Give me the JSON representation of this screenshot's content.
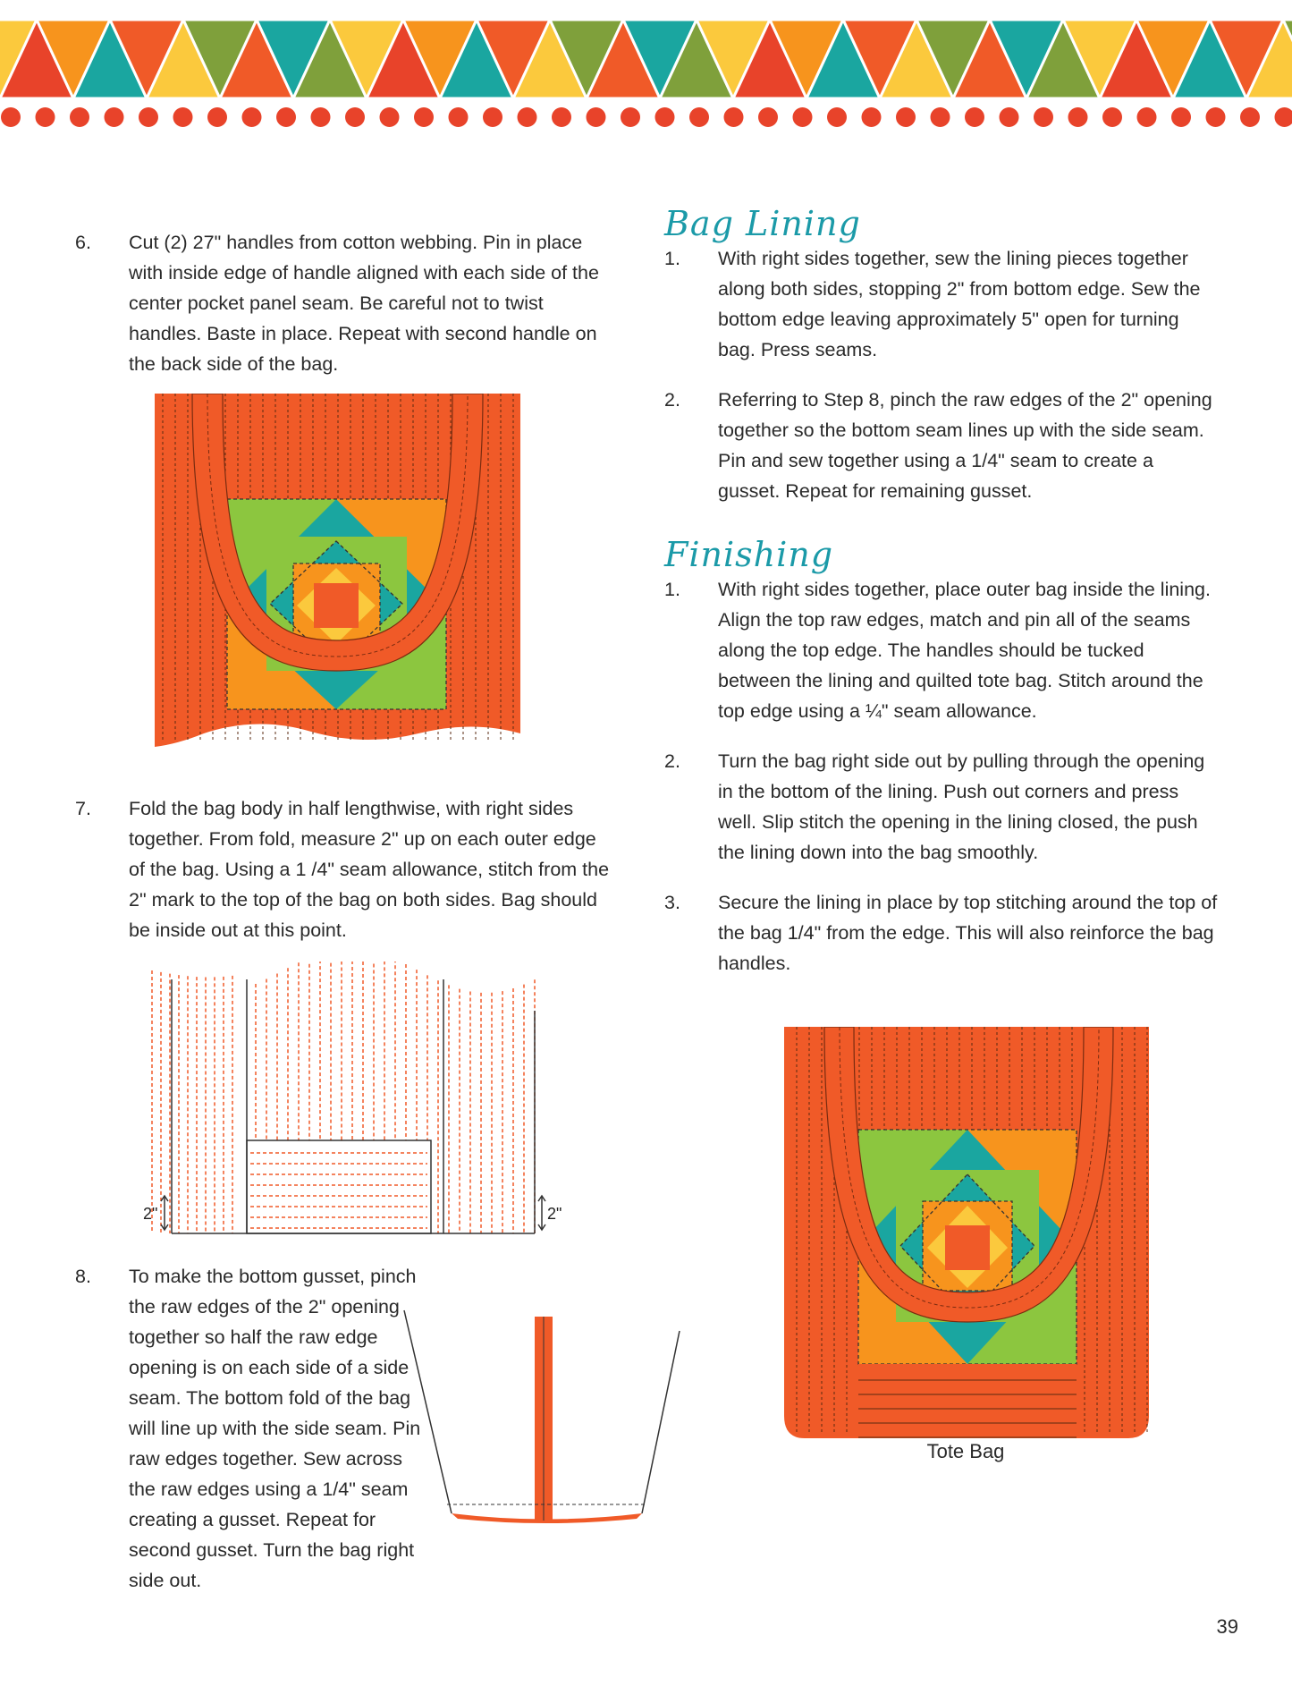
{
  "colors": {
    "orange": "#f05a28",
    "teal": "#1aa6a0",
    "green": "#8cc63f",
    "light_orange": "#f7941d",
    "yellow": "#fbc93d",
    "olive": "#7fa03b",
    "red": "#e8432a",
    "heading": "#1b9aa8"
  },
  "left_column": {
    "step6": {
      "number": "6.",
      "text": "Cut (2) 27\" handles from cotton webbing. Pin in place with inside edge of handle aligned with each side of the center pocket panel seam. Be careful not to twist handles. Baste in place. Repeat with second handle on the back side of the bag."
    },
    "step7": {
      "number": "7.",
      "text": "Fold the bag body in half lengthwise, with right sides together. From fold, measure 2\" up on each outer edge of the bag. Using a 1 /4\" seam allowance, stitch from the 2\" mark to the top of the bag on both sides. Bag should be inside out at this point."
    },
    "fold_labels": {
      "left": "2\"",
      "right": "2\""
    },
    "step8": {
      "number": "8.",
      "text": "To make the bottom gusset, pinch the raw edges of the 2\" opening together so half the raw edge opening is on each side of a side seam. The bottom fold of the bag will line up with the side seam. Pin raw edges together. Sew across the raw edges using a 1/4\" seam creating a gusset. Repeat for second gusset. Turn the bag right side out."
    }
  },
  "right_column": {
    "bag_lining": {
      "heading": "Bag Lining",
      "steps": [
        {
          "number": "1.",
          "text": "With right sides together, sew the lining pieces together along both sides, stopping 2\" from bottom edge. Sew the bottom edge leaving approximately 5\" open for turning bag. Press seams."
        },
        {
          "number": "2.",
          "text": "Referring to Step 8, pinch the raw edges of the 2\" opening together so the bottom seam lines up with the side seam. Pin and sew together using a 1/4\" seam to create a gusset. Repeat for remaining gusset."
        }
      ]
    },
    "finishing": {
      "heading": "Finishing",
      "steps": [
        {
          "number": "1.",
          "text": "With right sides together, place outer bag inside the lining. Align the top raw edges, match and pin all of the seams along the top edge. The handles should be tucked between the lining and quilted tote bag. Stitch around the top edge using a ¼\" seam allowance."
        },
        {
          "number": "2.",
          "text": "Turn the bag right side out by pulling through the opening in the bottom of the lining. Push out corners and press well. Slip stitch the opening in the lining closed, the push the lining down into the bag smoothly."
        },
        {
          "number": "3.",
          "text": "Secure the lining in place by top stitching around the top of the bag 1/4\" from the edge. This will also reinforce the bag handles."
        }
      ]
    },
    "tote_caption": "Tote Bag"
  },
  "page_number": "39"
}
